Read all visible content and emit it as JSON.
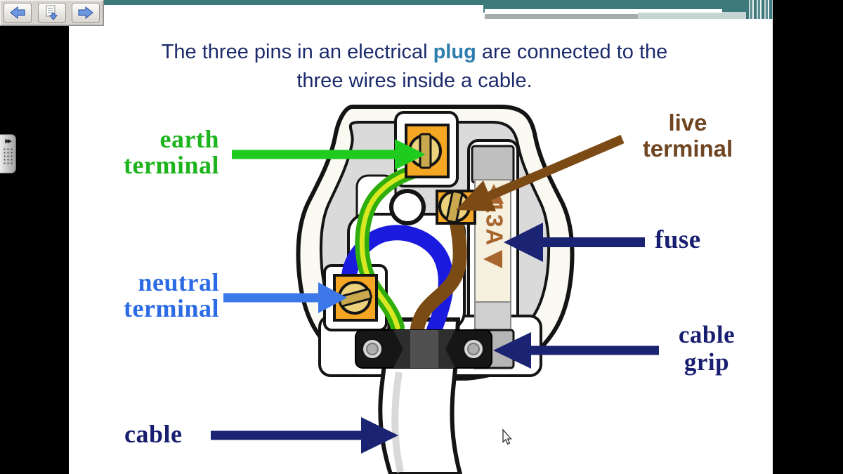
{
  "title": {
    "part1": "The three pins in an electrical ",
    "highlight": "plug",
    "part2": " are connected to the",
    "line2": "three wires inside a cable."
  },
  "toolbar": {
    "buttons": [
      {
        "name": "previous-page",
        "icon": "back-arrow-icon"
      },
      {
        "name": "export-page",
        "icon": "page-down-icon"
      },
      {
        "name": "next-page",
        "icon": "forward-arrow-icon"
      }
    ]
  },
  "side_panel": {
    "icon": "expand-panel-icon"
  },
  "labels": {
    "earth": {
      "line1": "earth",
      "line2": "terminal",
      "color": "#1db41d"
    },
    "neutral": {
      "line1": "neutral",
      "line2": "terminal",
      "color": "#2b6be4"
    },
    "live": {
      "line1": "live",
      "line2": "terminal",
      "color": "#6f4522"
    },
    "fuse": {
      "text": "fuse",
      "color": "#191f70"
    },
    "cable_grip": {
      "line1": "cable",
      "line2": "grip",
      "color": "#191f70"
    },
    "cable": {
      "text": "cable",
      "color": "#191f70"
    }
  },
  "diagram": {
    "type": "uk-three-pin-plug-wiring",
    "fuse_rating": "13A",
    "wire_colors": {
      "earth": "#2fae0e/#d9e821",
      "neutral": "#1b1be0",
      "live": "#7b4b16"
    },
    "terminal_color": "#f5a623"
  },
  "colors": {
    "header_teal": "#3e7a7c",
    "title_navy": "#1b2a6b",
    "plug_highlight_blue": "#2f7dad",
    "arrow_green": "#1ecb1e",
    "arrow_light_blue": "#3d78e8",
    "arrow_brown": "#7c4a15",
    "arrow_navy": "#1a2472",
    "side_bars": "#000000",
    "slide_background": "#ffffff"
  }
}
